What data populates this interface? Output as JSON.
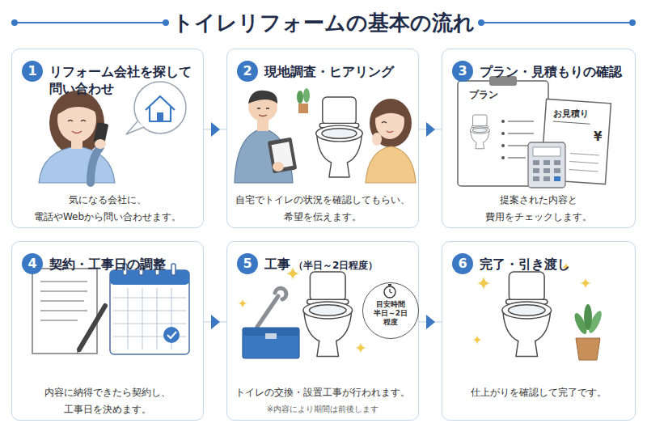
{
  "diagram": {
    "title": "トイレリフォームの基本の流れ",
    "nodes": [
      {
        "text": [
          "1",
          "リフォーム会社を探して 問い合わせ",
          "気になる会社に、 電話やWebから問い合わせます。"
        ]
      },
      {
        "text": [
          "2",
          "現地調査・ヒアリング",
          "自宅でトイレの状況を確認してもらい、 希望を伝えます。"
        ]
      },
      {
        "text": [
          "3",
          "プラン・見積もりの確認",
          "提案された内容と 費用をチェックします。"
        ]
      },
      {
        "text": [
          "4",
          "契約・工事日の調整",
          "内容に納得できたら契約し、 工事日を決めます。"
        ]
      },
      {
        "text": [
          "5",
          "工事",
          "（半日～2日程度）",
          "トイレの交換・設置工事が行われます。",
          "※内容により期間は前後します"
        ]
      },
      {
        "text": [
          "目安時間 半日～2日 程度"
        ],
        "in": 4
      },
      {
        "text": [
          "6",
          "完了・引き渡し",
          "仕上がりを確認して完了です。"
        ]
      }
    ],
    "edges": [
      {
        "from": 0,
        "to": 1,
        "arrow": "to"
      },
      {
        "from": 1,
        "to": 2,
        "arrow": "to"
      },
      {
        "from": 3,
        "to": 4,
        "arrow": "to"
      },
      {
        "from": 4,
        "to": 6,
        "arrow": "to"
      }
    ],
    "labels": [
      "プラン",
      "お見積り",
      "¥"
    ]
  }
}
